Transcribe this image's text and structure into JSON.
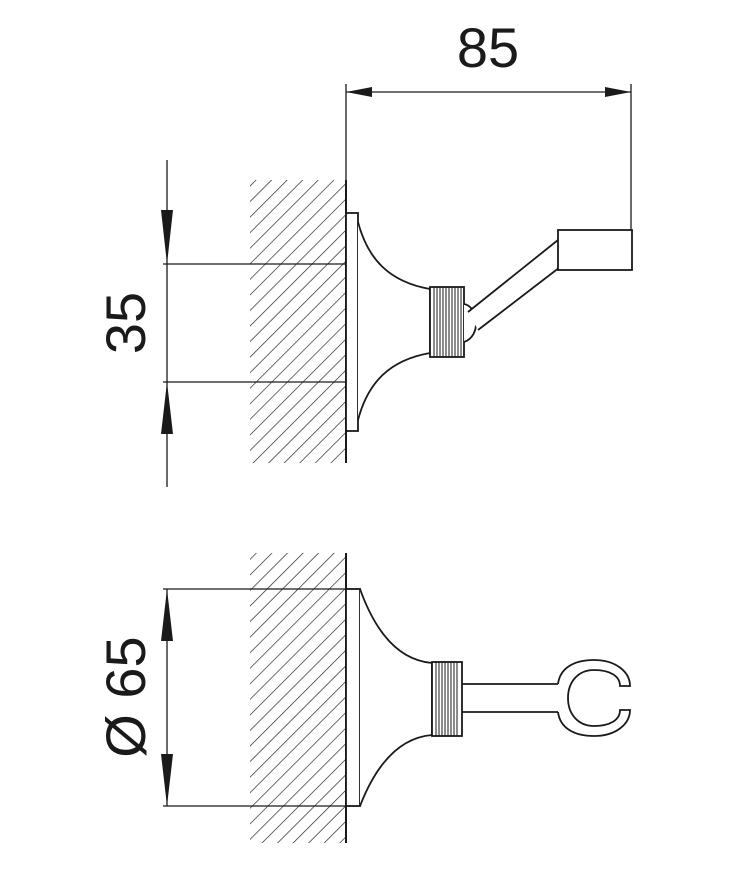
{
  "dimensions": {
    "width_label": "85",
    "height_label": "35",
    "diameter_label": "Ø 65"
  },
  "colors": {
    "line": "#1a1a1a",
    "background": "#ffffff"
  }
}
